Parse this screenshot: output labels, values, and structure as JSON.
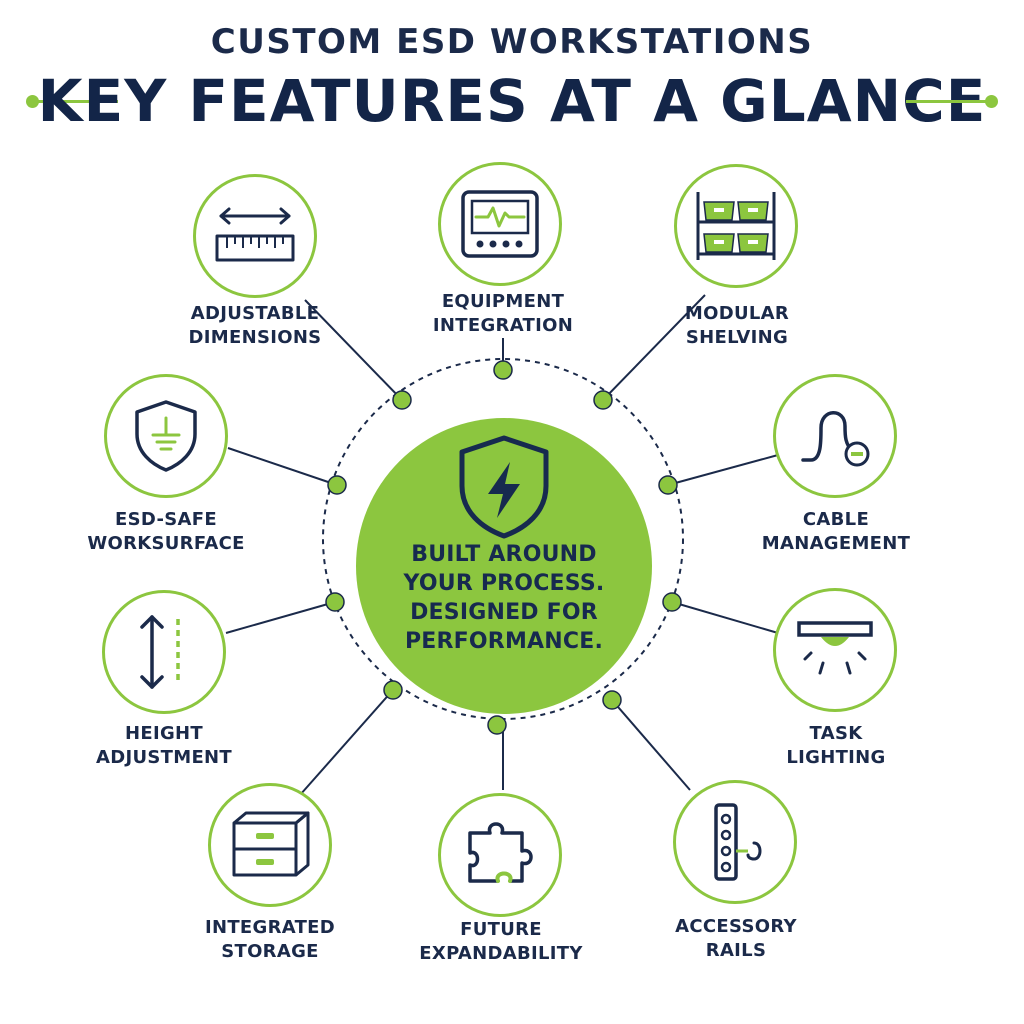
{
  "header": {
    "subtitle": "CUSTOM ESD WORKSTATIONS",
    "title": "KEY FEATURES AT A GLANCE"
  },
  "hub": {
    "lines": [
      "BUILT AROUND",
      "YOUR PROCESS.",
      "DESIGNED FOR",
      "PERFORMANCE."
    ],
    "icon": "lightning-shield-icon"
  },
  "features": [
    {
      "lines": [
        "ADJUSTABLE",
        "DIMENSIONS"
      ],
      "icon": "ruler-arrows-icon"
    },
    {
      "lines": [
        "EQUIPMENT",
        "INTEGRATION"
      ],
      "icon": "monitor-waveform-icon"
    },
    {
      "lines": [
        "MODULAR",
        "SHELVING"
      ],
      "icon": "shelving-bins-icon"
    },
    {
      "lines": [
        "ESD-SAFE",
        "WORKSURFACE"
      ],
      "icon": "ground-shield-icon"
    },
    {
      "lines": [
        "CABLE",
        "MANAGEMENT"
      ],
      "icon": "cable-icon"
    },
    {
      "lines": [
        "HEIGHT",
        "ADJUSTMENT"
      ],
      "icon": "vertical-arrows-icon"
    },
    {
      "lines": [
        "TASK",
        "LIGHTING"
      ],
      "icon": "lamp-icon"
    },
    {
      "lines": [
        "INTEGRATED",
        "STORAGE"
      ],
      "icon": "drawer-cabinet-icon"
    },
    {
      "lines": [
        "FUTURE",
        "EXPANDABILITY"
      ],
      "icon": "puzzle-icon"
    },
    {
      "lines": [
        "ACCESSORY",
        "RAILS"
      ],
      "icon": "rail-hook-icon"
    }
  ],
  "colors": {
    "accent": "#8cc63f",
    "navy": "#1b2a4a",
    "background": "#ffffff"
  }
}
